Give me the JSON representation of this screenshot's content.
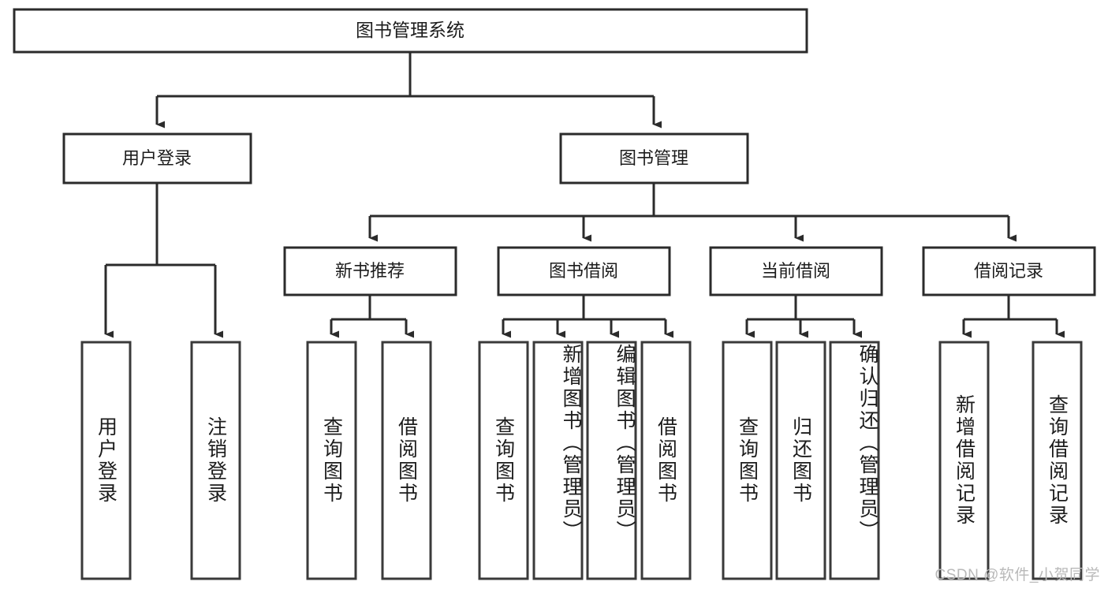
{
  "diagram": {
    "title": "图书管理系统",
    "type": "hierarchical-tree",
    "root": {
      "id": "root",
      "label": "图书管理系统"
    },
    "level2": [
      {
        "id": "user-login",
        "label": "用户登录"
      },
      {
        "id": "book-manage",
        "label": "图书管理"
      }
    ],
    "level3": [
      {
        "id": "new-book-recommend",
        "label": "新书推荐",
        "parent": "book-manage"
      },
      {
        "id": "book-borrow",
        "label": "图书借阅",
        "parent": "book-manage"
      },
      {
        "id": "current-borrow",
        "label": "当前借阅",
        "parent": "book-manage"
      },
      {
        "id": "borrow-record",
        "label": "借阅记录",
        "parent": "book-manage"
      }
    ],
    "leaves": [
      {
        "id": "leaf-user-login",
        "label": "用户登录",
        "parent": "user-login"
      },
      {
        "id": "leaf-user-logout",
        "label": "注销登录",
        "parent": "user-login"
      },
      {
        "id": "leaf-query-book-1",
        "label": "查询图书",
        "parent": "new-book-recommend"
      },
      {
        "id": "leaf-borrow-book-1",
        "label": "借阅图书",
        "parent": "new-book-recommend"
      },
      {
        "id": "leaf-query-book-2",
        "label": "查询图书",
        "parent": "book-borrow"
      },
      {
        "id": "leaf-add-book",
        "label": "新增图书（管理员）",
        "parent": "book-borrow"
      },
      {
        "id": "leaf-edit-book",
        "label": "编辑图书（管理员）",
        "parent": "book-borrow"
      },
      {
        "id": "leaf-borrow-book-2",
        "label": "借阅图书",
        "parent": "book-borrow"
      },
      {
        "id": "leaf-query-book-3",
        "label": "查询图书",
        "parent": "current-borrow"
      },
      {
        "id": "leaf-return-book",
        "label": "归还图书",
        "parent": "current-borrow"
      },
      {
        "id": "leaf-confirm-return",
        "label": "确认归还（管理员）",
        "parent": "current-borrow"
      },
      {
        "id": "leaf-add-record",
        "label": "新增借阅记录",
        "parent": "borrow-record"
      },
      {
        "id": "leaf-query-record",
        "label": "查询借阅记录",
        "parent": "borrow-record"
      }
    ],
    "colors": {
      "box_stroke": "#2b2b2b",
      "box_fill": "#ffffff",
      "edge": "#2b2b2b",
      "text": "#1c1c1c",
      "watermark": "#b9b9b9",
      "background": "#ffffff"
    }
  },
  "watermark": {
    "text": "CSDN @软件_小贺同学"
  }
}
